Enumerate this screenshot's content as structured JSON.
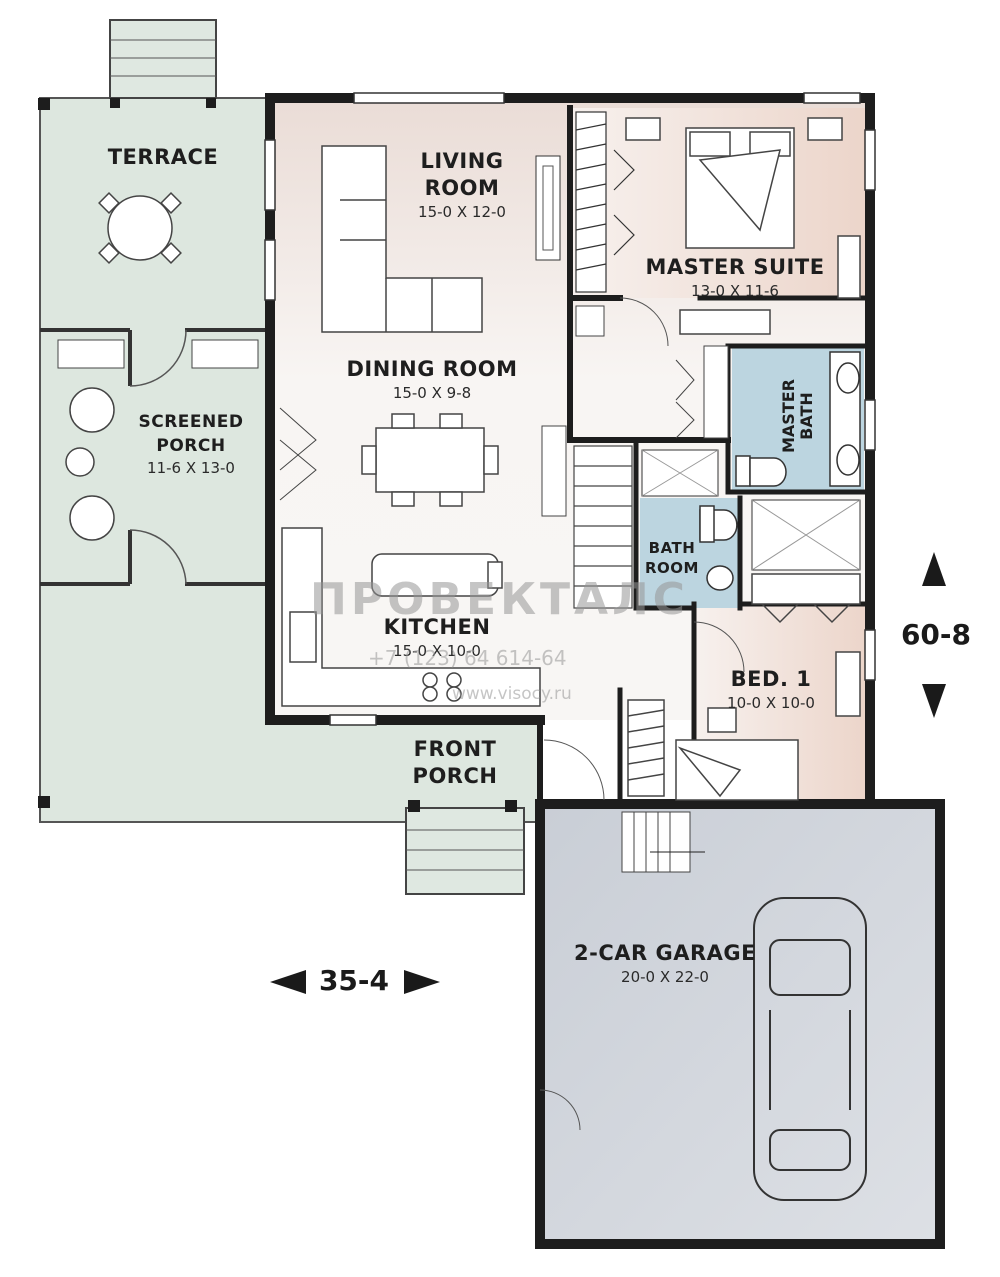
{
  "rooms": {
    "terrace": {
      "name": "TERRACE",
      "dims": ""
    },
    "living": {
      "name_line1": "LIVING",
      "name_line2": "ROOM",
      "dims": "15-0 X 12-0"
    },
    "master_suite": {
      "name": "MASTER SUITE",
      "dims": "13-0 X 11-6"
    },
    "dining": {
      "name": "DINING ROOM",
      "dims": "15-0 X 9-8"
    },
    "screened_porch": {
      "name_line1": "SCREENED",
      "name_line2": "PORCH",
      "dims": "11-6 X 13-0"
    },
    "master_bath": {
      "name_line1": "MASTER",
      "name_line2": "BATH"
    },
    "bath_room": {
      "name_line1": "BATH",
      "name_line2": "ROOM"
    },
    "kitchen": {
      "name": "KITCHEN",
      "dims": "15-0 X 10-0"
    },
    "bed1": {
      "name": "BED. 1",
      "dims": "10-0 X 10-0"
    },
    "front_porch": {
      "name_line1": "FRONT",
      "name_line2": "PORCH"
    },
    "garage": {
      "name": "2-CAR GARAGE",
      "dims": "20-0 X 22-0"
    }
  },
  "dimensions": {
    "depth": "60-8",
    "width": "35-4"
  },
  "watermark": {
    "brand": "ПРОВЕКТАЛС",
    "phone": "+7 (123) 64 614-64",
    "site": "www.visocy.ru"
  },
  "colors": {
    "porch_fill": "#dfe8e1",
    "interior_fill": "#f4ece7",
    "bedroom_fill": "#f0dcd2",
    "bath_fill": "#b9d4df",
    "garage_fill": "#ccd1d8",
    "wall": "#1d1d1d"
  }
}
